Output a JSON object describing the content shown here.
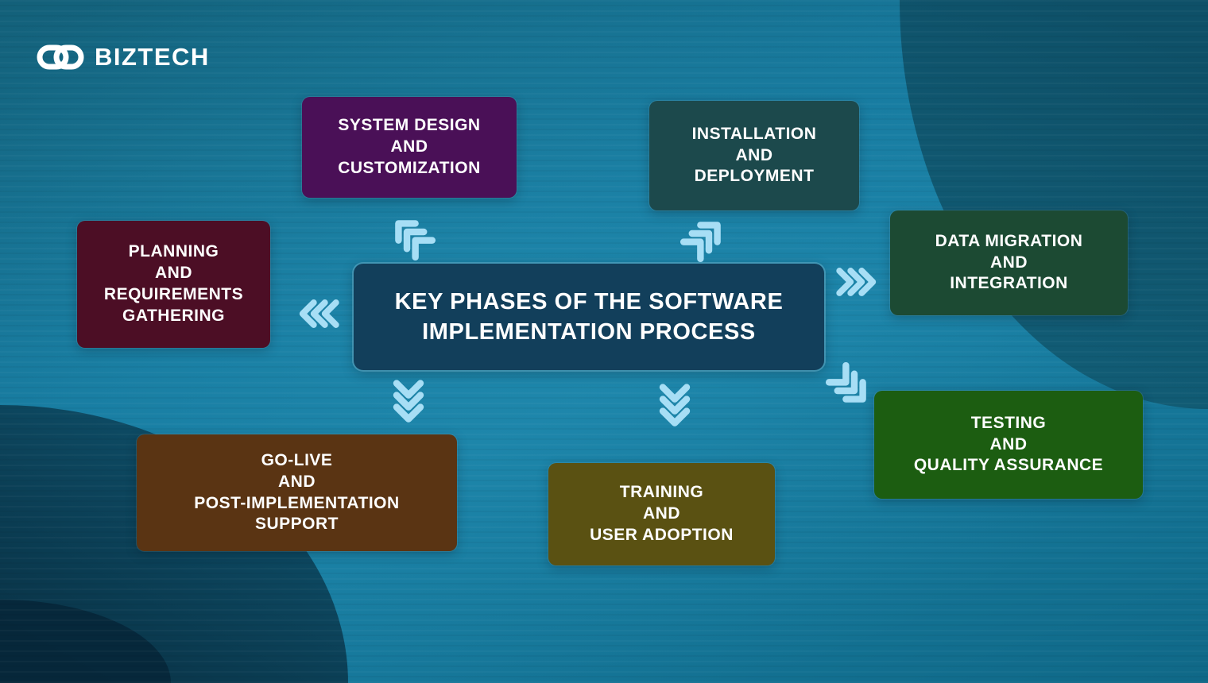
{
  "brand": {
    "name": "BIZTECH",
    "logo_icon": "chain-link-icon"
  },
  "center": {
    "title": "KEY PHASES OF THE SOFTWARE\nIMPLEMENTATION PROCESS",
    "bg": "#123F5B"
  },
  "phases": [
    {
      "name": "system-design",
      "label": "SYSTEM DESIGN\nAND\nCUSTOMIZATION",
      "bg": "#4A1057"
    },
    {
      "name": "installation",
      "label": "INSTALLATION\nAND\nDEPLOYMENT",
      "bg": "#1C494C"
    },
    {
      "name": "planning",
      "label": "PLANNING\nAND\nREQUIREMENTS\nGATHERING",
      "bg": "#4C0E25"
    },
    {
      "name": "data-migration",
      "label": "DATA MIGRATION\nAND\nINTEGRATION",
      "bg": "#1C4A33"
    },
    {
      "name": "testing",
      "label": "TESTING\nAND\nQUALITY ASSURANCE",
      "bg": "#1C5D11"
    },
    {
      "name": "go-live",
      "label": "GO-LIVE\nAND\nPOST-IMPLEMENTATION\nSUPPORT",
      "bg": "#5A3413"
    },
    {
      "name": "training",
      "label": "TRAINING\nAND\nUSER ADOPTION",
      "bg": "#5A5112"
    }
  ],
  "arrows": {
    "color": "#A7DEF5",
    "directions": [
      "up-left",
      "up-right",
      "left",
      "right",
      "down",
      "down",
      "down-right"
    ]
  },
  "colors": {
    "background_teal": "#177BA0",
    "corner_blob_dark": "#0E5068",
    "text": "#FFFFFF"
  }
}
